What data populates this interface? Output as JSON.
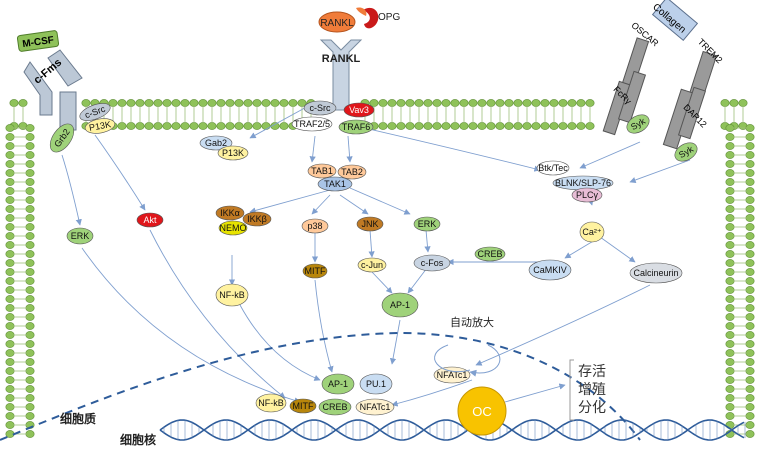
{
  "receptors": {
    "mcsf": "M-CSF",
    "cfms": "c-Fms",
    "rankl_top": "RANKL",
    "opg": "OPG",
    "rankl_receptor": "RANKL",
    "collagen": "Collagen",
    "oscar": "OSCAR",
    "trem2": "TREM2",
    "fcry": "FcRγ",
    "dap12": "DAP12"
  },
  "nodes": {
    "grb2": "Grb2",
    "csrc_left": "c-Src",
    "pi3k_left": "P13K",
    "csrc_mid": "c-Src",
    "vav3": "Vav3",
    "traf25": "TRAF2/5",
    "traf6": "TRAF6",
    "gab2": "Gab2",
    "pi3k_gab": "P13K",
    "tab1": "TAB1",
    "tab2": "TAB2",
    "tak1": "TAK1",
    "syk1": "Syk",
    "syk2": "Syk",
    "btktec": "Btk/Tec",
    "blnk": "BLNK/SLP-76",
    "plcy": "PLCγ",
    "erk_left": "ERK",
    "akt": "Akt",
    "ikka": "IKKα",
    "ikkb": "IKKβ",
    "nemo": "NEMO",
    "p38": "p38",
    "jnk": "JNK",
    "erk_mid": "ERK",
    "creb_top": "CREB",
    "ca": "Ca²⁺",
    "camkiv": "CaMKIV",
    "calcineurin": "Calcineurin",
    "cfos": "c-Fos",
    "mitf_top": "MITF",
    "cjun": "c-Jun",
    "nfkb_top": "NF-kB",
    "ap1_top": "AP-1",
    "nfatc1_top": "NFATc1",
    "ap1_n": "AP-1",
    "pu1": "PU.1",
    "nfkb_n": "NF-kB",
    "mitf_n": "MITF",
    "creb_n": "CREB",
    "nfatc1_n": "NFATc1",
    "oc": "OC"
  },
  "labels": {
    "amplification": "自动放大",
    "outcome_1": "存活",
    "outcome_2": "增殖",
    "outcome_3": "分化",
    "cytoplasm": "细胞质",
    "nucleus": "细胞核"
  },
  "colors": {
    "membrane_bead": "#8fc25a",
    "membrane_bead_stroke": "#5e8e35",
    "arrow": "#7f9fcf",
    "receptor_gray": "#9a9a9a",
    "receptor_dark": "#7a7a7a",
    "rankl_orange": "#f07c3a",
    "opg_red": "#c91a1a",
    "green_node": "#9fd27a",
    "yellow_node": "#fff2a0",
    "orange_node": "#ffc99a",
    "brown_node": "#c07a24",
    "ochre_node": "#b8860b",
    "red_node": "#e0161b",
    "blue_node": "#c9ddf2",
    "oc_yellow": "#f8c300",
    "dna_blue": "#2e5c9a"
  }
}
